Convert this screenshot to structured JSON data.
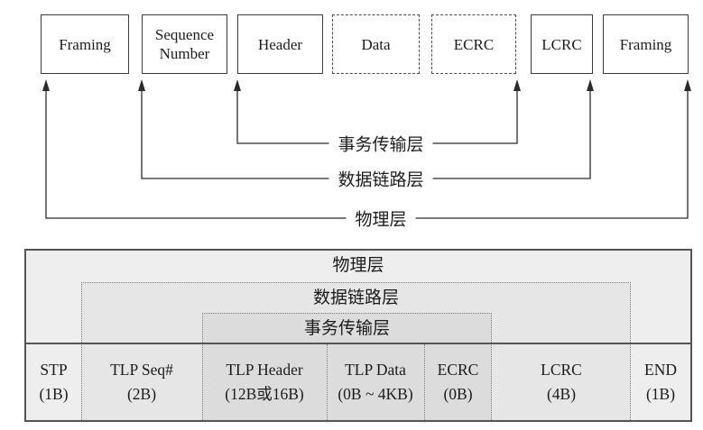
{
  "diagram": {
    "packet_boxes": [
      {
        "label": "Framing",
        "style": "solid"
      },
      {
        "label": "Sequence Number",
        "style": "solid"
      },
      {
        "label": "Header",
        "style": "solid"
      },
      {
        "label": "Data",
        "style": "dashed"
      },
      {
        "label": "ECRC",
        "style": "dashed"
      },
      {
        "label": "LCRC",
        "style": "solid"
      },
      {
        "label": "Framing",
        "style": "solid"
      }
    ],
    "layer_brackets": [
      {
        "label": "事务传输层"
      },
      {
        "label": "数据链路层"
      },
      {
        "label": "物理层"
      }
    ]
  },
  "table": {
    "layer_bands": [
      {
        "label": "物理层"
      },
      {
        "label": "数据链路层"
      },
      {
        "label": "事务传输层"
      }
    ],
    "cells": [
      {
        "name": "STP",
        "size": "(1B)"
      },
      {
        "name": "TLP Seq#",
        "size": "(2B)"
      },
      {
        "name": "TLP Header",
        "size": "(12B或16B)"
      },
      {
        "name": "TLP Data",
        "size": "(0B ~ 4KB)"
      },
      {
        "name": "ECRC",
        "size": "(0B)"
      },
      {
        "name": "LCRC",
        "size": "(4B)"
      },
      {
        "name": "END",
        "size": "(1B)"
      }
    ]
  },
  "colors": {
    "line": "#2b2b2b",
    "table_border": "#555555",
    "bg_physical": "#eeeeee",
    "bg_datalink": "#e6e6e6",
    "bg_transaction": "#dcdcdc"
  }
}
